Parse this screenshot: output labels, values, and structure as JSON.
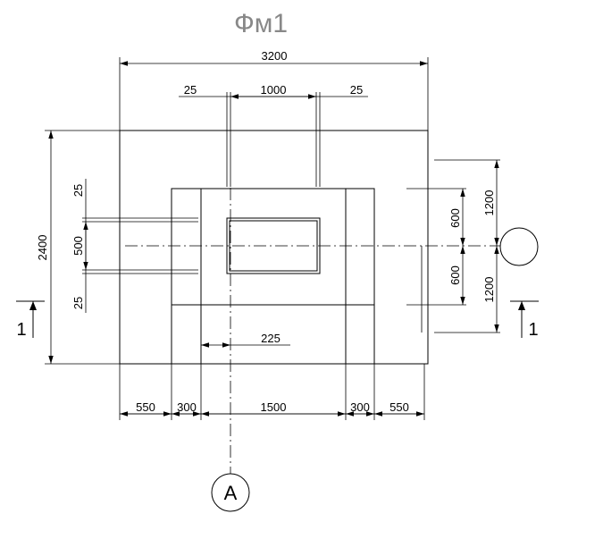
{
  "title": "Фм1",
  "dimensions": {
    "overall_width": "3200",
    "column_left_offset": "25",
    "column_width": "1000",
    "column_right_offset": "25",
    "overall_height": "2400",
    "left_top_offset": "25",
    "left_mid": "500",
    "left_bottom_offset": "25",
    "right_upper_inner": "600",
    "right_lower_inner": "600",
    "right_upper_outer": "1200",
    "right_lower_outer": "1200",
    "step_225": "225",
    "bottom_550_left": "550",
    "bottom_300_left": "300",
    "bottom_1500": "1500",
    "bottom_300_right": "300",
    "bottom_550_right": "550"
  },
  "axis_labels": {
    "axis_a": "А",
    "axis_right": ""
  },
  "section_marks": {
    "left": "1",
    "right": "1"
  }
}
